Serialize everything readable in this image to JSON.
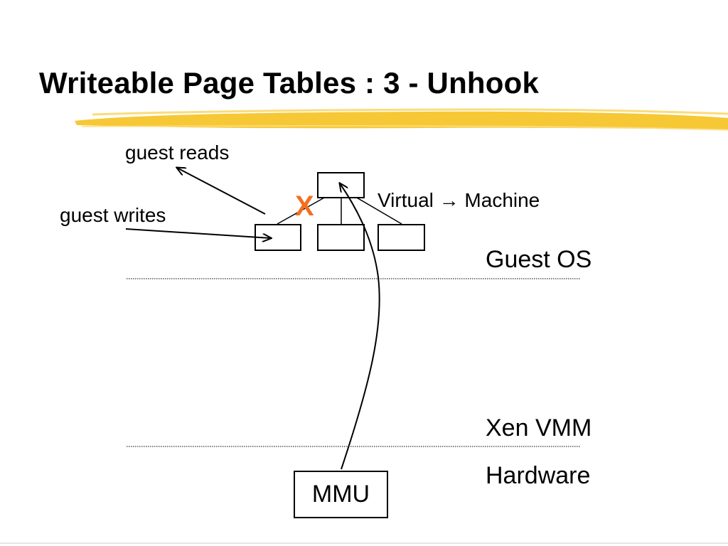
{
  "slide": {
    "title": "Writeable Page Tables : 3 - Unhook",
    "labels": {
      "guest_reads": "guest reads",
      "guest_writes": "guest writes",
      "translation": "Virtual → Machine",
      "x_mark": "X"
    },
    "layers": {
      "guest_os": "Guest OS",
      "xen_vmm": "Xen VMM",
      "hardware": "Hardware"
    },
    "mmu": "MMU"
  },
  "colors": {
    "highlight": "#f7c52a",
    "x_mark": "#f26f21",
    "ink": "#000000"
  }
}
